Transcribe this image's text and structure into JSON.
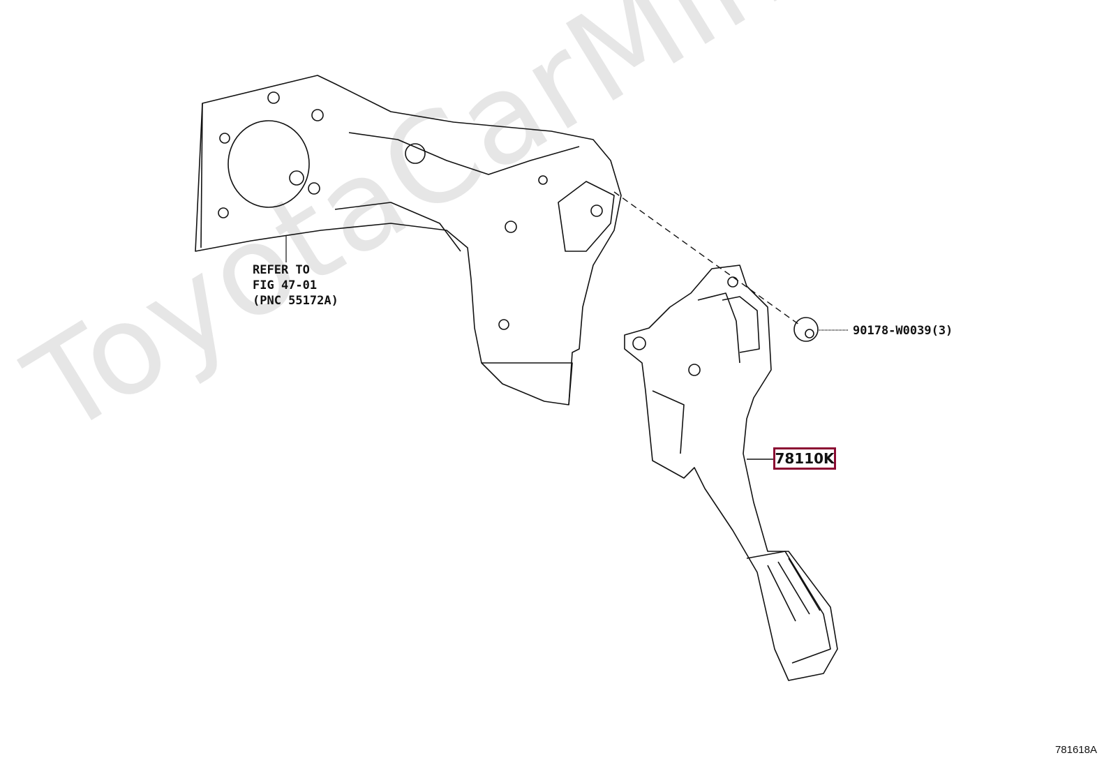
{
  "watermark": "ToyotaCarMine.ru",
  "labels": {
    "refer_line1": "REFER TO",
    "refer_line2": "FIG 47-01",
    "refer_line3": "(PNC 55172A)",
    "nut_part": "90178-W0039(3)",
    "pedal_part": "78110K",
    "figure_id": "781618A"
  },
  "colors": {
    "highlight_box": "#8b0a32",
    "line": "#111111",
    "watermark": "#e6e6e6"
  }
}
